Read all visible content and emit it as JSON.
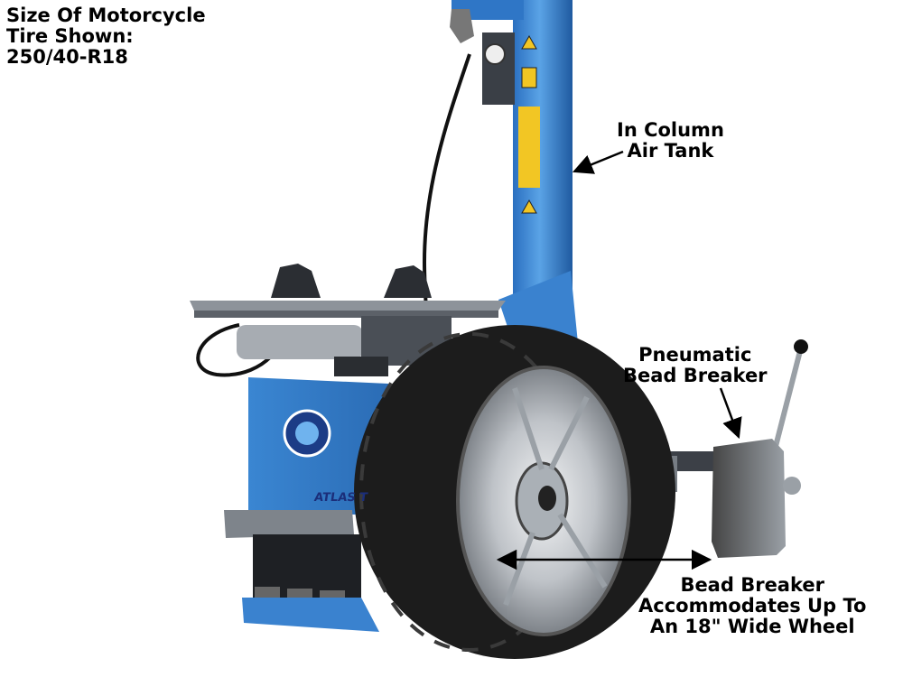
{
  "captions": {
    "tire_size": [
      "Size Of Motorcycle",
      "Tire Shown:",
      "250/40-R18"
    ],
    "air_tank": [
      "In Column",
      "Air Tank"
    ],
    "pneumatic": [
      "Pneumatic",
      "Bead Breaker"
    ],
    "wide_wheel": [
      "Bead Breaker",
      "Accommodates Up To",
      "An 18\" Wide Wheel"
    ]
  },
  "machine": {
    "brand_partial": "ATLAS T"
  },
  "colors": {
    "machine_blue": "#3f8ad6",
    "machine_blue_dark": "#1f5fa8",
    "tire": "#1c1c1c",
    "rim": "#c9ccd0",
    "steel": "#8a8f96",
    "warning_yellow": "#f2c624"
  }
}
